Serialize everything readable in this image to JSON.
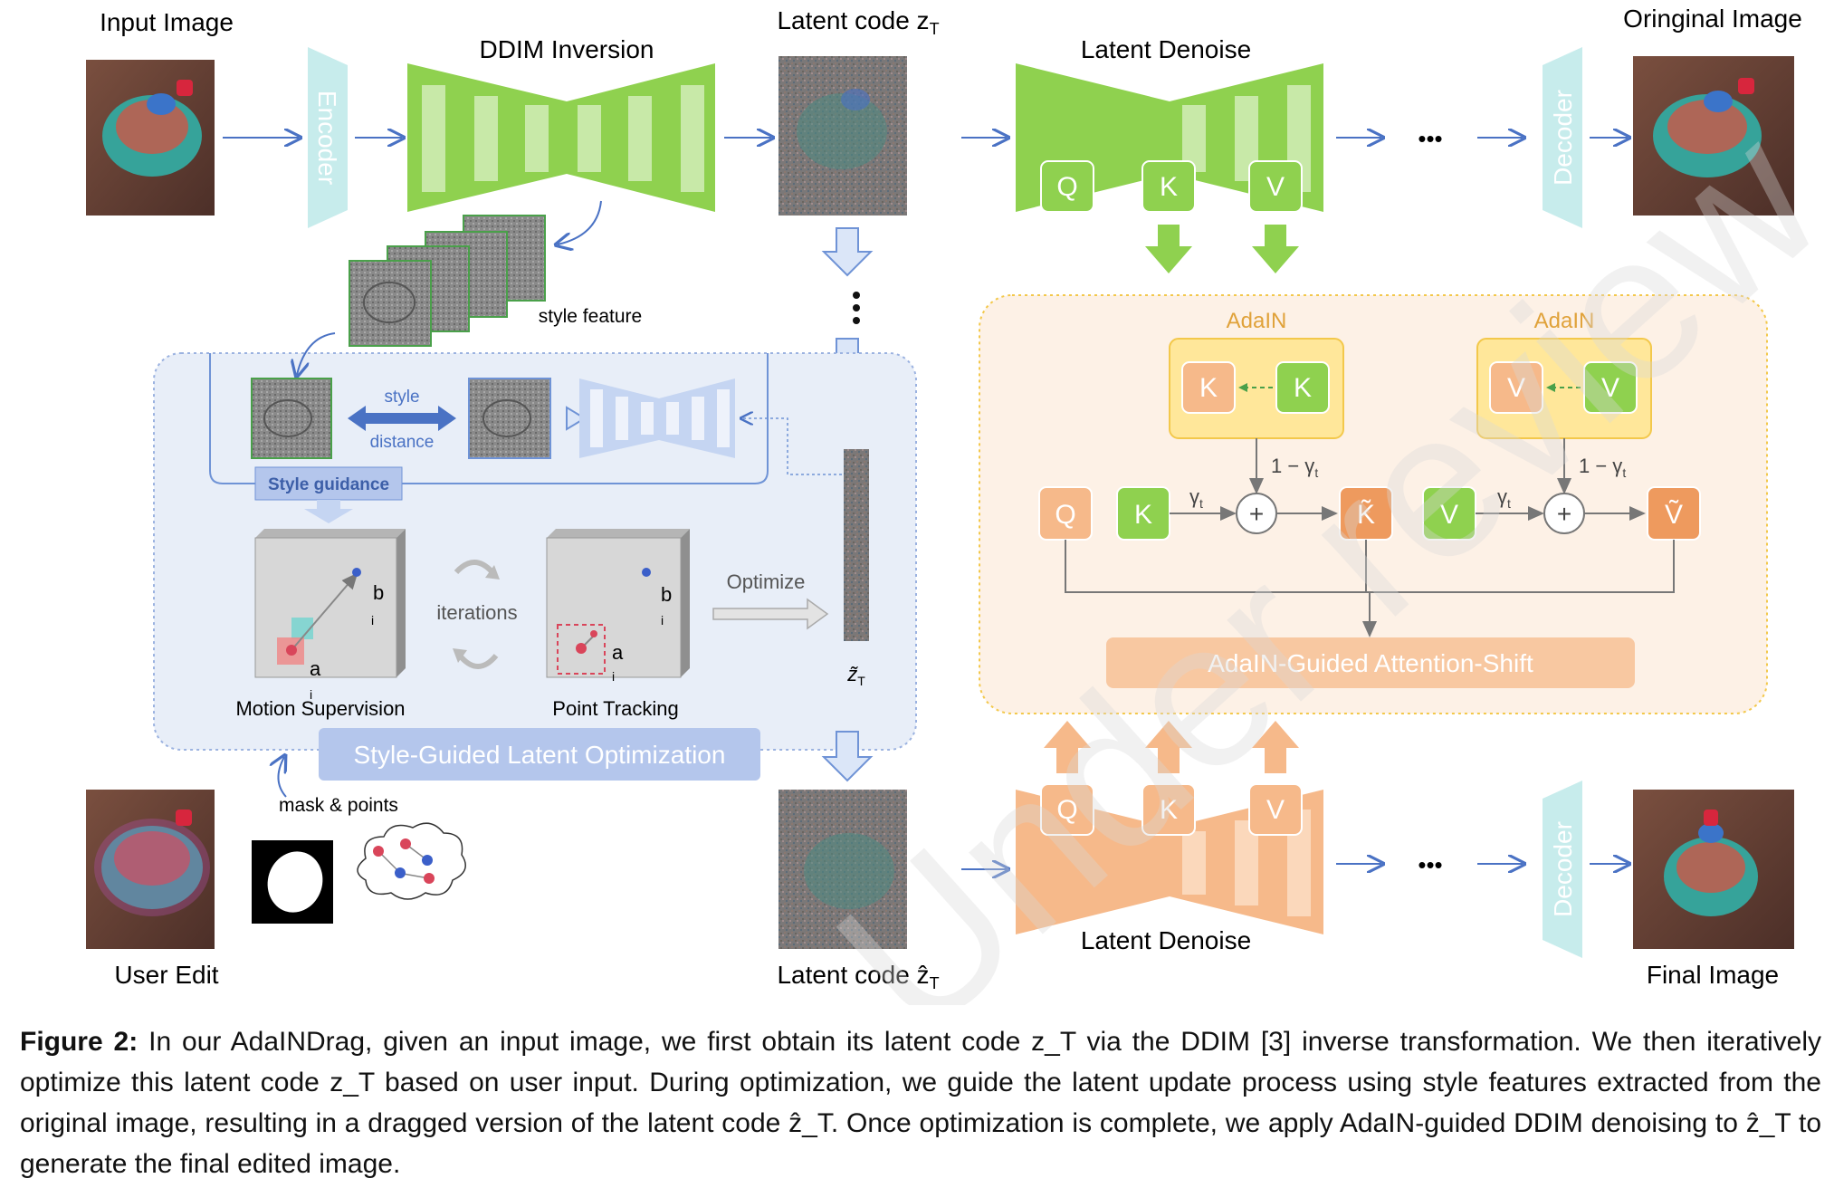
{
  "labels": {
    "input_image": "Input Image",
    "encoder": "Encoder",
    "ddim_inversion": "DDIM Inversion",
    "latent_code_top": "Latent code z",
    "latent_code_top_sub": "T",
    "latent_denoise_top": "Latent Denoise",
    "original_image": "Oringinal Image",
    "decoder_top": "Decoder",
    "decoder_bottom": "Decoder",
    "ellipsis_top": "•••",
    "ellipsis_bottom": "•••",
    "style_feature": "style feature",
    "style": "style",
    "distance": "distance",
    "style_guidance": "Style guidance",
    "point_b_1": "b",
    "point_b_1_sub": "i",
    "point_a_1": "a",
    "point_a_1_sub": "i",
    "point_b_2": "b",
    "point_b_2_sub": "i",
    "point_a_2": "a",
    "point_a_2_sub": "i",
    "iterations": "iterations",
    "optimize": "Optimize",
    "z_tilde": "z̃",
    "z_tilde_sub": "T",
    "motion_supervision": "Motion Supervision",
    "point_tracking": "Point Tracking",
    "sglo": "Style-Guided Latent Optimization",
    "mask_points": "mask & points",
    "user_edit": "User Edit",
    "latent_code_bottom": "Latent code ẑ",
    "latent_code_bottom_sub": "T",
    "latent_denoise_bottom": "Latent Denoise",
    "final_image": "Final Image",
    "adain_left": "AdaIN",
    "adain_right": "AdaIN",
    "k_src": "K",
    "k_dst": "K",
    "v_src": "V",
    "v_dst": "V",
    "one_minus_gamma_1": "1 − γ",
    "one_minus_gamma_1_sub": "t",
    "one_minus_gamma_2": "1 − γ",
    "one_minus_gamma_2_sub": "t",
    "gamma_1": "γ",
    "gamma_1_sub": "t",
    "gamma_2": "γ",
    "gamma_2_sub": "t",
    "q_attn": "Q",
    "k_attn": "K",
    "v_attn": "V",
    "k_tilde": "K̃",
    "v_tilde": "Ṽ",
    "plus": "+",
    "attention_shift": "AdaIN-Guided Attention-Shift",
    "q_top": "Q",
    "k_top": "K",
    "v_top": "V",
    "q_bottom": "Q",
    "k_bottom": "K",
    "v_bottom": "V",
    "watermark": "Under review"
  },
  "caption": {
    "figure": "Figure 2:",
    "text": "In our AdaINDrag, given an input image, we first obtain its latent code z_T via the DDIM [3] inverse transformation. We then iteratively optimize this latent code z_T based on user input. During optimization, we guide the latent update process using style features extracted from the original image, resulting in a dragged version of the latent code ẑ_T. Once optimization is complete, we apply AdaIN-guided DDIM denoising to ẑ_T to generate the final edited image."
  },
  "colors": {
    "encoder": "#c7ecec",
    "ddim": "#8fd14f",
    "denoise_green": "#8fd14f",
    "denoise_orange": "#f6b98a",
    "sglo_bg": "#e8eef8",
    "sglo_banner": "#b4c6ec",
    "adain_bg": "#fdf1e6",
    "adain_border": "#f3c84b",
    "adain_box": "#ffe79a",
    "arrow": "#4a72c4",
    "down_arrow_blue": "#c5d5f2",
    "green_arrow": "#8fd14f",
    "orange_arrow": "#f6b98a"
  }
}
